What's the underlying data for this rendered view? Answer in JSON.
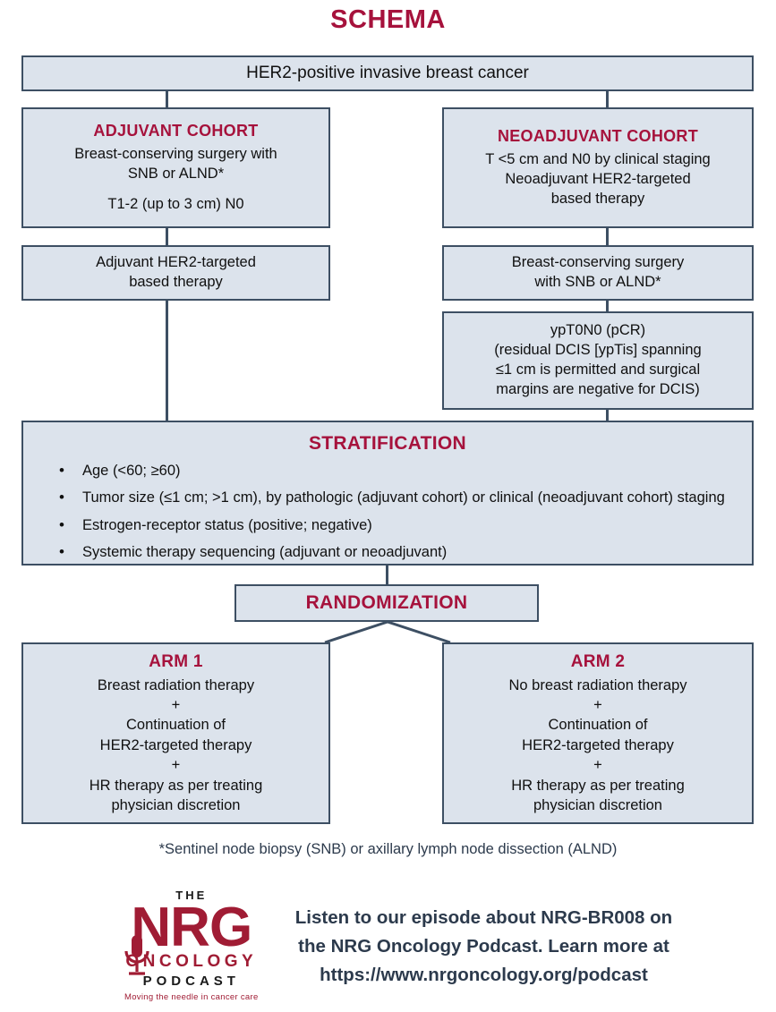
{
  "title": "SCHEMA",
  "top_box": {
    "text": "HER2-positive invasive breast cancer"
  },
  "cohorts": {
    "adjuvant": {
      "heading": "ADJUVANT COHORT",
      "line1": "Breast-conserving surgery with",
      "line2": "SNB or ALND*",
      "line3": "T1-2 (up to 3 cm) N0"
    },
    "neoadjuvant": {
      "heading": "NEOADJUVANT COHORT",
      "line1": "T <5 cm and N0 by clinical staging",
      "line2": "Neoadjuvant HER2-targeted",
      "line3": "based therapy"
    }
  },
  "therapy": {
    "adjuvant": {
      "line1": "Adjuvant HER2-targeted",
      "line2": "based therapy"
    },
    "neoadjuvant_surgery": {
      "line1": "Breast-conserving surgery",
      "line2": "with SNB or ALND*"
    },
    "pcr": {
      "line1": "ypT0N0 (pCR)",
      "line2": "(residual DCIS [ypTis] spanning",
      "line3": "≤1 cm is permitted and surgical",
      "line4": "margins are negative for DCIS)"
    }
  },
  "stratification": {
    "heading": "STRATIFICATION",
    "items": [
      "Age (<60; ≥60)",
      "Tumor size (≤1 cm; >1 cm), by pathologic (adjuvant cohort) or clinical (neoadjuvant cohort) staging",
      "Estrogen-receptor status (positive; negative)",
      "Systemic therapy sequencing (adjuvant or neoadjuvant)"
    ]
  },
  "randomization": {
    "heading": "RANDOMIZATION"
  },
  "arms": {
    "arm1": {
      "heading": "ARM 1",
      "line1": "Breast radiation therapy",
      "plus1": "+",
      "line2": "Continuation of",
      "line3": "HER2-targeted therapy",
      "plus2": "+",
      "line4": "HR therapy as per treating",
      "line5": "physician discretion"
    },
    "arm2": {
      "heading": "ARM 2",
      "line1": "No breast radiation therapy",
      "plus1": "+",
      "line2": "Continuation of",
      "line3": "HER2-targeted therapy",
      "plus2": "+",
      "line4": "HR therapy as per treating",
      "line5": "physician discretion"
    }
  },
  "footnote": "*Sentinel node biopsy (SNB) or axillary lymph node dissection (ALND)",
  "promo": {
    "logo": {
      "the": "THE",
      "nrg": "NRG",
      "oncology": "ONCOLOGY",
      "podcast": "PODCAST",
      "tagline": "Moving the needle in cancer care"
    },
    "line1": "Listen to our episode about NRG-BR008 on",
    "line2": "the NRG Oncology Podcast. Learn more at",
    "line3": "https://www.nrgoncology.org/podcast"
  },
  "colors": {
    "accent_red": "#a6123c",
    "box_fill": "#dce3ec",
    "box_border": "#3d4f63",
    "text_slate": "#2c3a4c"
  }
}
